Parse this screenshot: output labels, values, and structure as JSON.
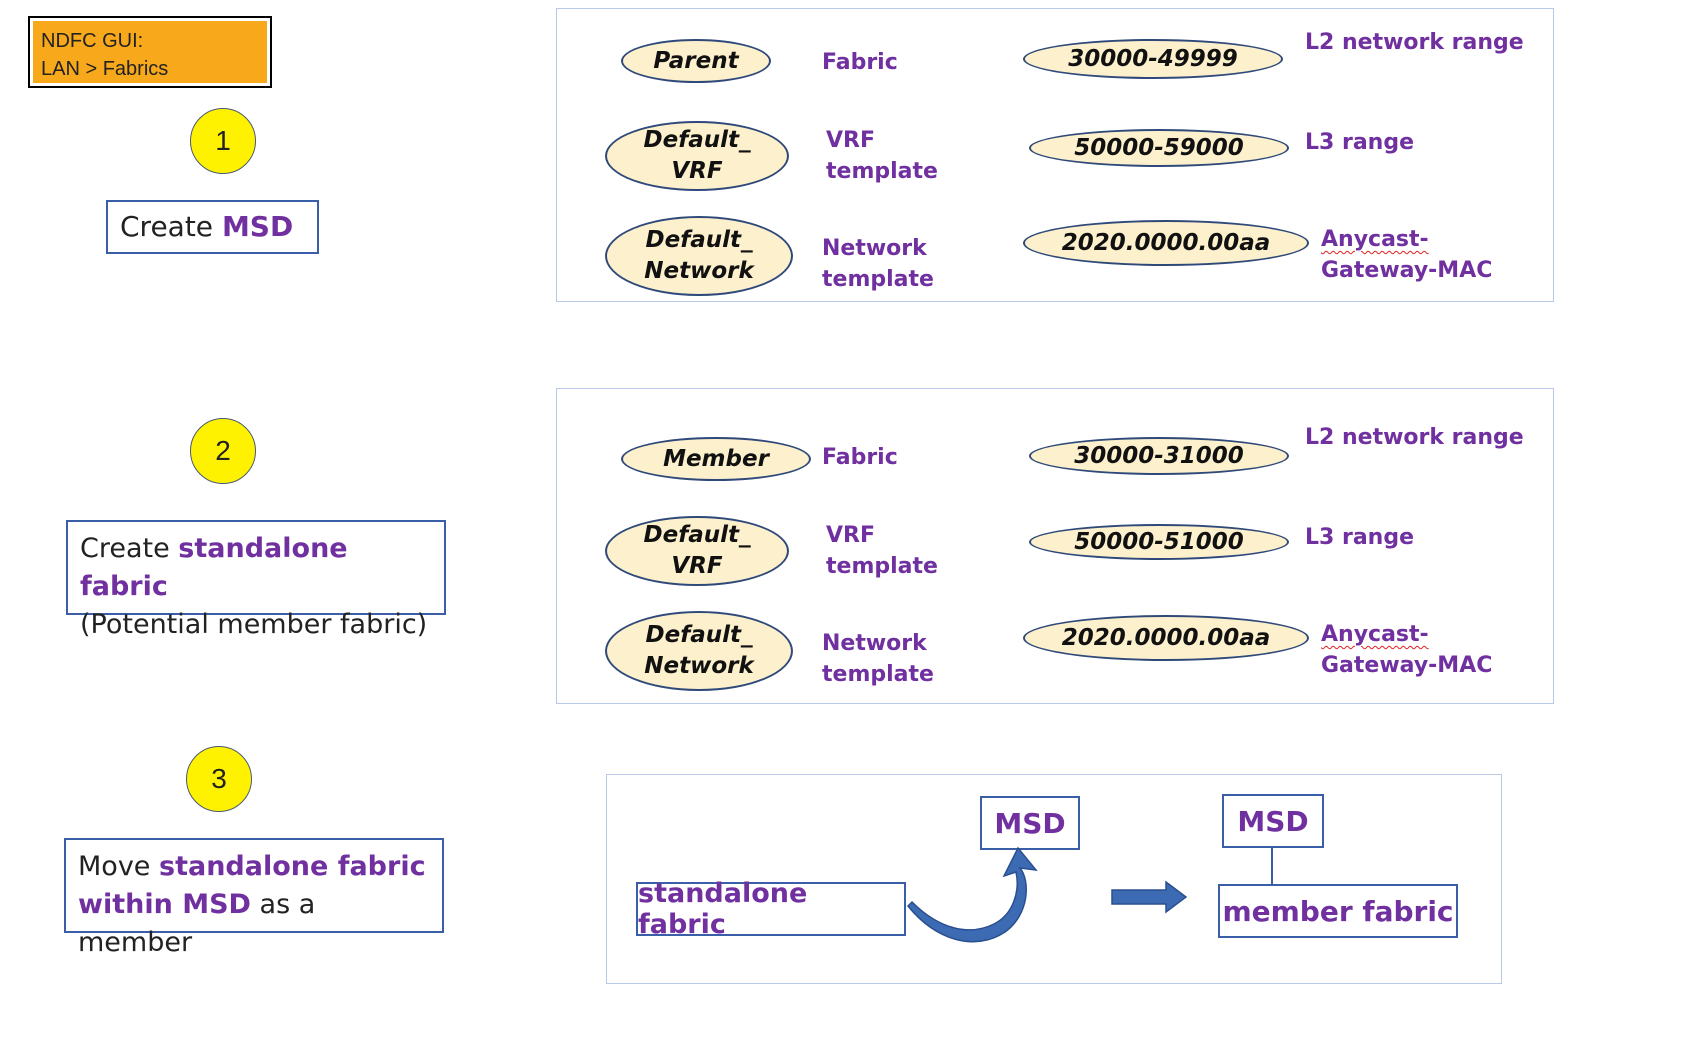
{
  "nav": {
    "line1": "NDFC GUI:",
    "line2": "LAN > Fabrics"
  },
  "colors": {
    "accent": "#7030a0",
    "nav_bg": "#f8a81b",
    "step_circle": "#fff200",
    "oval_fill": "#fdf0cc",
    "arrow": "#3d6bb3"
  },
  "steps": [
    {
      "number": "1",
      "prefix": "Create ",
      "highlight": "MSD"
    },
    {
      "number": "2",
      "prefix": "Create ",
      "highlight": "standalone fabric",
      "line2": "(Potential member fabric)"
    },
    {
      "number": "3",
      "prefix": "Move ",
      "highlight": "standalone fabric",
      "highlight2": "within MSD",
      "suffix": " as a member"
    }
  ],
  "panel1": {
    "fabric_oval": "Parent",
    "fabric_label": "Fabric",
    "vrf_oval_1": "Default_",
    "vrf_oval_2": "VRF",
    "vrf_label_1": "VRF",
    "vrf_label_2": "template",
    "net_oval_1": "Default_",
    "net_oval_2": "Network",
    "net_label_1": "Network",
    "net_label_2": "template",
    "l2_oval": "30000-49999",
    "l2_label": "L2 network range",
    "l3_oval": "50000-59000",
    "l3_label": "L3 range",
    "mac_oval": "2020.0000.00aa",
    "mac_label_1": "Anycast-",
    "mac_label_2": "Gateway-MAC"
  },
  "panel2": {
    "fabric_oval": "Member",
    "fabric_label": "Fabric",
    "vrf_oval_1": "Default_",
    "vrf_oval_2": "VRF",
    "vrf_label_1": "VRF",
    "vrf_label_2": "template",
    "net_oval_1": "Default_",
    "net_oval_2": "Network",
    "net_label_1": "Network",
    "net_label_2": "template",
    "l2_oval": "30000-31000",
    "l2_label": "L2 network range",
    "l3_oval": "50000-51000",
    "l3_label": "L3 range",
    "mac_oval": "2020.0000.00aa",
    "mac_label_1": "Anycast-",
    "mac_label_2": "Gateway-MAC"
  },
  "panel3": {
    "standalone": "standalone fabric",
    "msd_left": "MSD",
    "msd_right": "MSD",
    "member": "member fabric"
  }
}
